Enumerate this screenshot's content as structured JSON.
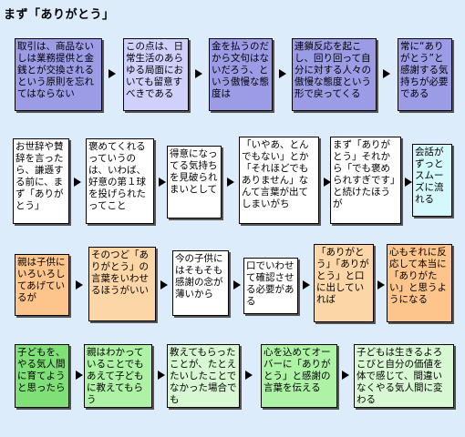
{
  "title": "まず「ありがとう」",
  "rows": [
    {
      "boxes": [
        "取引は、商品ないしは業務提供と金銭とが交換されるという原則を忘れてはならない",
        "この点は、日常生活のあらゆる局面においても留意すべきである",
        "金を払うのだから文句はないだろう、という傲慢な態度は",
        "連鎖反応を起こし、回り回って自分に対する人々の傲慢な態度という形で戻ってくる",
        "常に“ありがとう”と感謝する気持ちが必要である"
      ]
    },
    {
      "boxes": [
        "お世辞や賛辞を言ったら、謙遜する前に、まず「ありがとう」",
        "褒めてくれるっていうのは、いわば、好意の第１球を投げられたってこと",
        "得意になってる気持ちを見破られまいとして",
        "「いやあ、とんでもない」とか「それほどでもありません」なんて言葉が出てしまいがち",
        "まず「ありがとう」それから「でも褒められすぎです」と続けたほうが",
        "会話がずっとスムーズに流れる"
      ]
    },
    {
      "boxes": [
        "親は子供にいろいろしてあげているが",
        "そのつど「ありがとう」の言葉をいわせるほうがいい",
        "今の子供にはそもそも感謝の念が薄いから",
        "口でいわせて確認させる必要がある",
        "「ありがとう」「ありがとう」と口に出していれば",
        "心もそれに反応して本当に「ありがたい」と思うようになる"
      ]
    },
    {
      "boxes": [
        "子どもを、やる気人間に育てようと思ったら",
        "親はわかっていることでもあえて子どもに教えてもらう",
        "教えてもらったことが、たとえたいしたことでなかった場合でも",
        "心を込めてオーバーに「ありがとう」と感謝の言葉を伝える",
        "子どもは生きるよろこびと自分の価値を体で感じて、間違いなくやる気人間に変わる"
      ]
    }
  ]
}
